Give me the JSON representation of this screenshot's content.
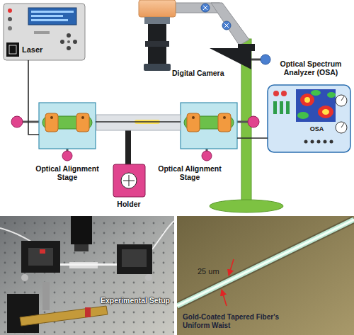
{
  "diagram": {
    "nodes": [
      {
        "text": [
          "Laser"
        ]
      },
      {
        "text": [
          "Digital Camera"
        ]
      },
      {
        "text": [
          "Optical Spectrum Analyzer (OSA)",
          "OSA"
        ]
      },
      {
        "text": [
          "Optical Alignment Stage"
        ]
      },
      {
        "text": [
          "Optical Alignment Stage"
        ]
      },
      {
        "text": [
          "Holder"
        ]
      },
      {
        "text": [
          "Experimental Setup"
        ]
      },
      {
        "text": [
          "Gold-Coated Tapered Fiber's Uniform Waist"
        ]
      }
    ],
    "edges": [
      {
        "from": 0,
        "to": 3,
        "arrow": "none"
      },
      {
        "from": 3,
        "to": 4,
        "arrow": "none"
      },
      {
        "from": 4,
        "to": 2,
        "arrow": "none"
      }
    ],
    "labels": [
      "25 um"
    ]
  }
}
